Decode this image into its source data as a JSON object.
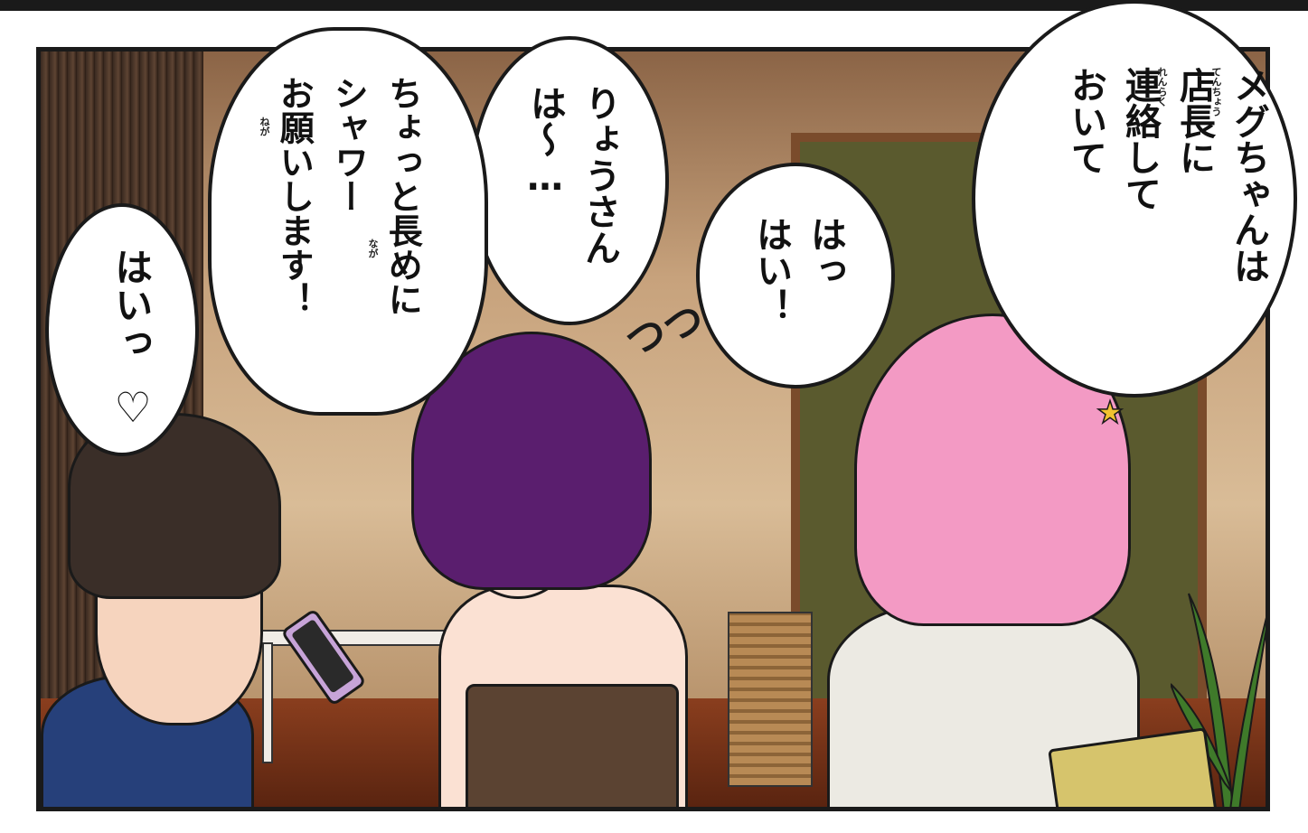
{
  "bubbles": {
    "meg_manager": {
      "line1": "メグちゃんは",
      "line2": "店長に",
      "line3": "連絡して",
      "line4": "おいて"
    },
    "furigana": {
      "tencho": "てんちょう",
      "renraku": "れんらく",
      "naga": "なが",
      "nega": "ねが"
    },
    "hai_hai": {
      "line1": "はっ",
      "line2": "はい！"
    },
    "ryo_san": {
      "line1": "りょうさん",
      "line2": "は〜…"
    },
    "shower": {
      "line1": "ちょっと長めに",
      "line2": "シャワー",
      "line3": "お願いします！"
    },
    "hai_heart": {
      "line1": "はいっ",
      "line2": "♡"
    }
  },
  "sfx": {
    "flustered": "つつ"
  },
  "colors": {
    "ink": "#1a1a1a",
    "bubble_fill": "#ffffff",
    "purple_hair": "#5a1e6e",
    "pink_hair": "#f39ac4",
    "man_hair": "#3a2e28",
    "door_green": "#5a5a2e"
  }
}
